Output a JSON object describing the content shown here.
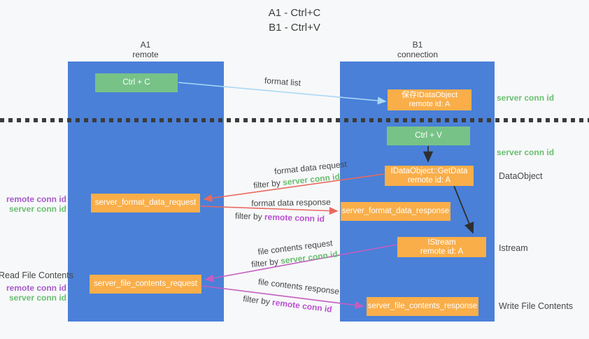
{
  "title": {
    "line1": "A1 - Ctrl+C",
    "line2": "B1 - Ctrl+V"
  },
  "lanes": {
    "left": {
      "name": "A1",
      "sub": "remote"
    },
    "right": {
      "name": "B1",
      "sub": "connection"
    }
  },
  "nodes": {
    "ctrl_c": {
      "label": "Ctrl + C"
    },
    "save_dataobject": {
      "line1": "保存IDataObject",
      "line2": "remote id: A"
    },
    "ctrl_v": {
      "label": "Ctrl + V"
    },
    "getdata": {
      "line1": "IDataObject::GetData",
      "line2": "remote id: A"
    },
    "format_request": {
      "label": "server_format_data_request"
    },
    "format_response": {
      "label": "server_format_data_response"
    },
    "istream": {
      "line1": "IStream",
      "line2": "remote id: A"
    },
    "file_request": {
      "label": "server_file_contents_request"
    },
    "file_response": {
      "label": "server_file_contents_response"
    }
  },
  "edge_labels": {
    "format_list": "format list",
    "format_data_request": "format data request",
    "format_data_response": "format data response",
    "file_contents_request": "file contents request",
    "file_contents_response": "file contents response",
    "filter_by": "filter by",
    "server_conn_id": "server conn id",
    "remote_conn_id": "remote conn id"
  },
  "side_labels": {
    "left_remote_conn_id": "remote conn id",
    "left_server_conn_id": "server conn id",
    "read_file_contents": "Read File Contents",
    "left_remote_conn_id_2": "remote conn id",
    "left_server_conn_id_2": "server conn id",
    "right_server_conn_id_top": "server conn id",
    "right_server_conn_id_mid": "server conn id",
    "dataobject": "DataObject",
    "istream": "Istream",
    "write_file_contents": "Write File Contents"
  },
  "colors": {
    "lane_blue": "#4a80d8",
    "green_box": "#77c287",
    "orange_box": "#f9ae49",
    "arrow_blue": "#a9d7f5",
    "arrow_black": "#2f2f2f",
    "arrow_red": "#e8695e",
    "arrow_magenta": "#c45ec0",
    "text_green": "#6abf71",
    "text_purple": "#a55cc8",
    "text_magenta": "#bb4fd1",
    "text_dark": "#3f3f3f"
  }
}
